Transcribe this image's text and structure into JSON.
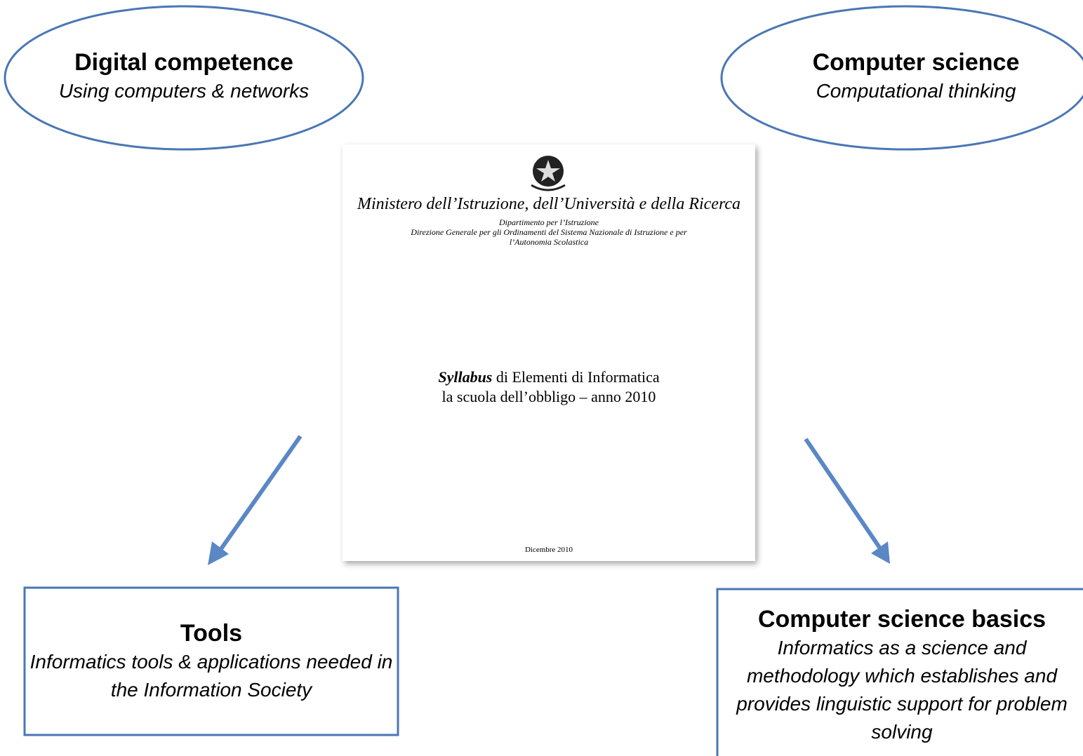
{
  "ovals": {
    "left": {
      "title": "Digital competence",
      "subtitle": "Using computers & networks"
    },
    "right": {
      "title": "Computer science",
      "subtitle": "Computational thinking"
    }
  },
  "document": {
    "ministry": "Ministero dell’Istruzione, dell’Università e della Ricerca",
    "department": "Dipartimento per l’Istruzione",
    "direction": "Direzione Generale per gli Ordinamenti del Sistema Nazionale di Istruzione e per",
    "direction_cont": "l’Autonomia Scolastica",
    "syllabus_word": "Syllabus",
    "syllabus_rest": " di Elementi di Informatica",
    "syllabus_line2": "la scuola dell’obbligo – anno 2010",
    "date": "Dicembre 2010"
  },
  "boxes": {
    "left": {
      "title": "Tools",
      "text": "Informatics tools & applications needed in the Information Society"
    },
    "right": {
      "title": "Computer science basics",
      "text": "Informatics as a science and methodology which establishes and provides linguistic support for problem solving"
    }
  },
  "colors": {
    "stroke": "#4a76b5",
    "arrow": "#5b87c5"
  }
}
